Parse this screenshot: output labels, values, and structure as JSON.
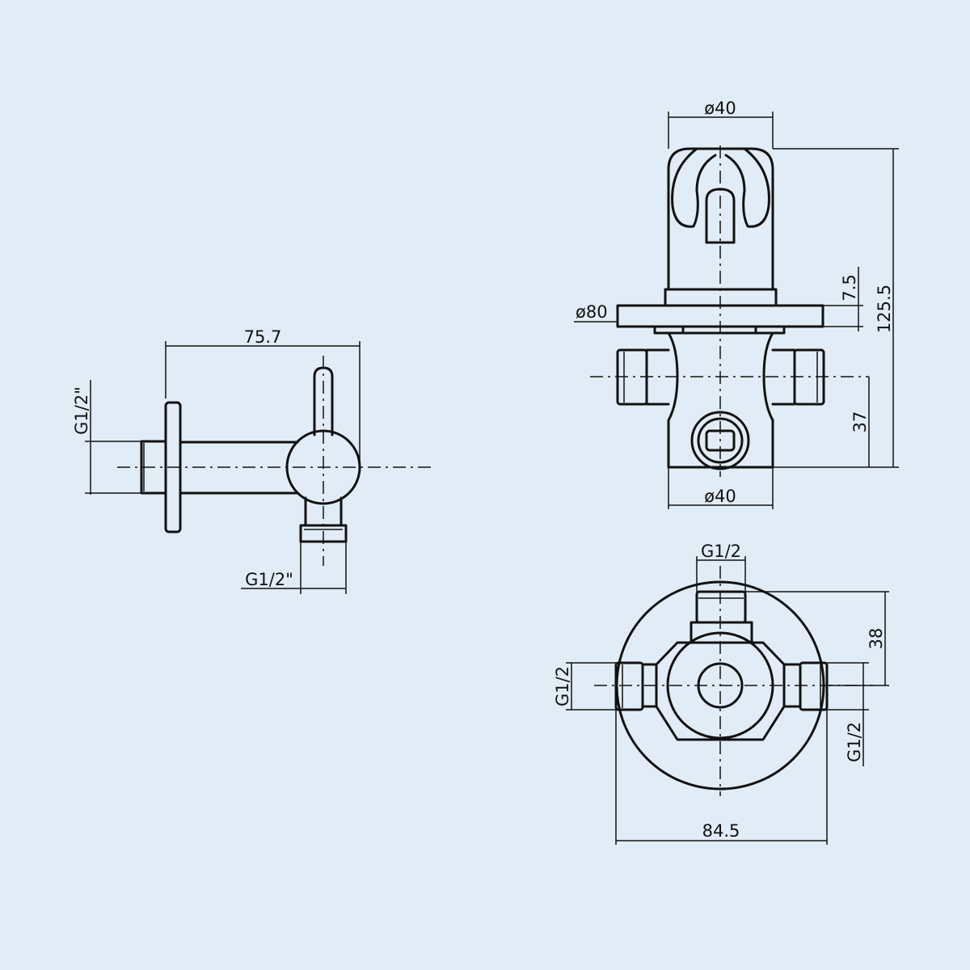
{
  "background_color": "#e2ecf7",
  "line_color": "#111111",
  "dimensions": {
    "side_overall_length": "75.7",
    "side_inlet_thread": "G1/2\"",
    "side_outlet_thread": "G1/2\"",
    "front_handle_diameter": "ø40",
    "front_plate_diameter": "ø80",
    "front_plate_thickness": "7.5",
    "front_total_height": "125.5",
    "front_outlet_height": "37",
    "front_body_diameter": "ø40",
    "top_outlet_thread": "G1/2",
    "top_outlet_offset": "38",
    "top_left_thread": "G1/2",
    "top_right_thread": "G1/2",
    "top_overall_width": "84.5"
  }
}
